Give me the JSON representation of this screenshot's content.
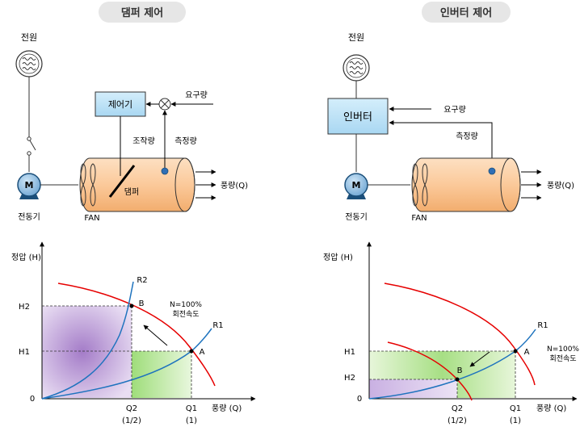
{
  "left": {
    "title": "댐퍼 제어",
    "power_label": "전원",
    "motor_symbol": "M",
    "motor_label": "전동기",
    "fan_label": "FAN",
    "controller_label": "제어기",
    "demand_label": "요구량",
    "manip_label": "조작량",
    "measure_label": "측정량",
    "damper_label": "댐퍼",
    "flow_label": "풍량(Q)",
    "chart": {
      "y_axis_label": "정압 (H)",
      "x_axis_label": "풍량 (Q)",
      "origin_label": "0",
      "y_ticks": [
        "H2",
        "H1"
      ],
      "x_ticks": [
        "Q2",
        "Q1"
      ],
      "x_sub_ticks": [
        "(1/2)",
        "(1)"
      ],
      "curve_r1": "R1",
      "curve_r2": "R2",
      "point_a": "A",
      "point_b": "B",
      "speed_line1": "N=100%",
      "speed_line2": "회전속도"
    }
  },
  "right": {
    "title": "인버터 제어",
    "power_label": "전원",
    "motor_symbol": "M",
    "motor_label": "전동기",
    "fan_label": "FAN",
    "inverter_label": "인버터",
    "demand_label": "요구량",
    "measure_label": "측정량",
    "flow_label": "풍량(Q)",
    "chart": {
      "y_axis_label": "정압 (H)",
      "x_axis_label": "풍량 (Q)",
      "origin_label": "0",
      "y_ticks": [
        "H1",
        "H2"
      ],
      "x_ticks": [
        "Q2",
        "Q1"
      ],
      "x_sub_ticks": [
        "(1/2)",
        "(1)"
      ],
      "curve_r1": "R1",
      "point_a": "A",
      "point_b": "B",
      "speed_line1": "N=100%",
      "speed_line2": "회전속도"
    }
  },
  "colors": {
    "title_bg": "#e6e6e6",
    "box_fill": "#bfe3f7",
    "fan_fill": "#fbc99a",
    "fan_curve": "#e60000",
    "system_curve": "#1e73be",
    "power_area": "#a47cc8",
    "saving_area": "#9fdd7a"
  }
}
